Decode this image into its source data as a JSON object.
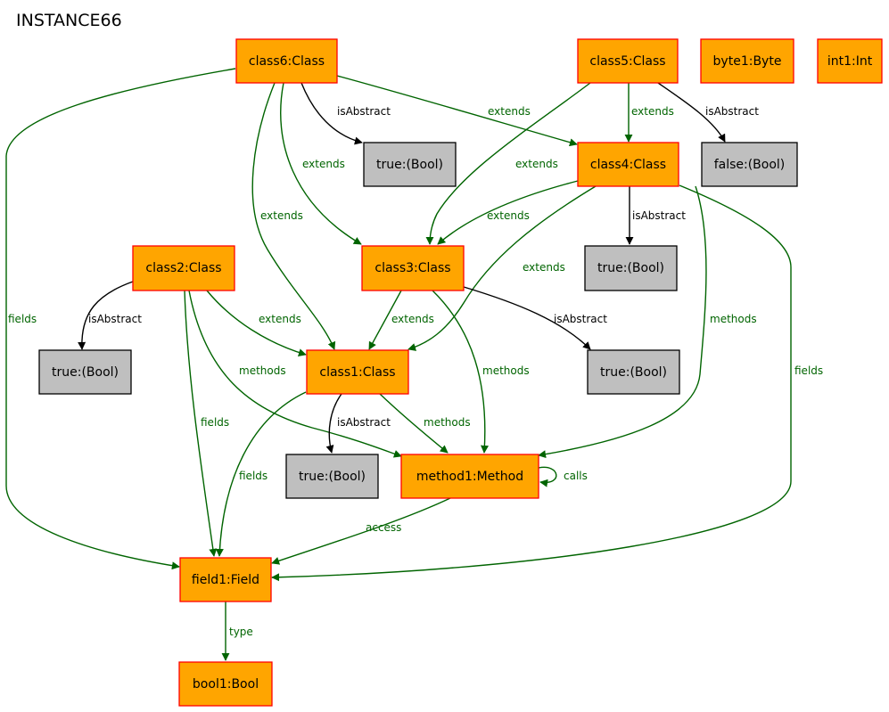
{
  "title": "INSTANCE66",
  "colors": {
    "object_fill": "#ffa500",
    "object_stroke": "#ff0000",
    "value_fill": "#bfbfbf",
    "value_stroke": "#000000",
    "edge_green": "#006400",
    "edge_black": "#000000"
  },
  "nodes": {
    "class6": {
      "label": "class6:Class",
      "kind": "object"
    },
    "class5": {
      "label": "class5:Class",
      "kind": "object"
    },
    "byte1": {
      "label": "byte1:Byte",
      "kind": "object"
    },
    "int1": {
      "label": "int1:Int",
      "kind": "object"
    },
    "bool_true_c6": {
      "label": "true:(Bool)",
      "kind": "value"
    },
    "class4": {
      "label": "class4:Class",
      "kind": "object"
    },
    "bool_false_c5": {
      "label": "false:(Bool)",
      "kind": "value"
    },
    "class2": {
      "label": "class2:Class",
      "kind": "object"
    },
    "class3": {
      "label": "class3:Class",
      "kind": "object"
    },
    "bool_true_c4": {
      "label": "true:(Bool)",
      "kind": "value"
    },
    "bool_true_c2": {
      "label": "true:(Bool)",
      "kind": "value"
    },
    "class1": {
      "label": "class1:Class",
      "kind": "object"
    },
    "bool_true_c3": {
      "label": "true:(Bool)",
      "kind": "value"
    },
    "bool_true_c1": {
      "label": "true:(Bool)",
      "kind": "value"
    },
    "method1": {
      "label": "method1:Method",
      "kind": "object"
    },
    "field1": {
      "label": "field1:Field",
      "kind": "object"
    },
    "bool1": {
      "label": "bool1:Bool",
      "kind": "object"
    }
  },
  "edges": [
    {
      "id": "c6_isabstract",
      "from": "class6",
      "to": "bool_true_c6",
      "label": "isAbstract",
      "color": "black"
    },
    {
      "id": "c6_extends_c4",
      "from": "class6",
      "to": "class4",
      "label": "extends",
      "color": "green"
    },
    {
      "id": "c6_extends_c3",
      "from": "class6",
      "to": "class3",
      "label": "extends",
      "color": "green"
    },
    {
      "id": "c6_extends_c1",
      "from": "class6",
      "to": "class1",
      "label": "extends",
      "color": "green"
    },
    {
      "id": "c6_fields",
      "from": "class6",
      "to": "field1",
      "label": "fields",
      "color": "green"
    },
    {
      "id": "c5_extends_c4",
      "from": "class5",
      "to": "class4",
      "label": "extends",
      "color": "green"
    },
    {
      "id": "c5_extends_c3",
      "from": "class5",
      "to": "class3",
      "label": "extends",
      "color": "green"
    },
    {
      "id": "c5_isabstract",
      "from": "class5",
      "to": "bool_false_c5",
      "label": "isAbstract",
      "color": "black"
    },
    {
      "id": "c4_extends_c3",
      "from": "class4",
      "to": "class3",
      "label": "extends",
      "color": "green"
    },
    {
      "id": "c4_isabstract",
      "from": "class4",
      "to": "bool_true_c4",
      "label": "isAbstract",
      "color": "black"
    },
    {
      "id": "c4_extends_c1",
      "from": "class4",
      "to": "class1",
      "label": "extends",
      "color": "green"
    },
    {
      "id": "c4_methods",
      "from": "class4",
      "to": "method1",
      "label": "methods",
      "color": "green"
    },
    {
      "id": "c4_fields",
      "from": "class4",
      "to": "field1",
      "label": "fields",
      "color": "green"
    },
    {
      "id": "c2_isabstract",
      "from": "class2",
      "to": "bool_true_c2",
      "label": "isAbstract",
      "color": "black"
    },
    {
      "id": "c2_extends_c1",
      "from": "class2",
      "to": "class1",
      "label": "extends",
      "color": "green"
    },
    {
      "id": "c2_methods",
      "from": "class2",
      "to": "method1",
      "label": "methods",
      "color": "green"
    },
    {
      "id": "c2_fields",
      "from": "class2",
      "to": "field1",
      "label": "fields",
      "color": "green"
    },
    {
      "id": "c3_extends_c1",
      "from": "class3",
      "to": "class1",
      "label": "extends",
      "color": "green"
    },
    {
      "id": "c3_methods",
      "from": "class3",
      "to": "method1",
      "label": "methods",
      "color": "green"
    },
    {
      "id": "c3_isabstract",
      "from": "class3",
      "to": "bool_true_c3",
      "label": "isAbstract",
      "color": "black"
    },
    {
      "id": "c1_isabstract",
      "from": "class1",
      "to": "bool_true_c1",
      "label": "isAbstract",
      "color": "black"
    },
    {
      "id": "c1_methods",
      "from": "class1",
      "to": "method1",
      "label": "methods",
      "color": "green"
    },
    {
      "id": "c1_fields",
      "from": "class1",
      "to": "field1",
      "label": "fields",
      "color": "green"
    },
    {
      "id": "m1_calls",
      "from": "method1",
      "to": "method1",
      "label": "calls",
      "color": "green"
    },
    {
      "id": "m1_access",
      "from": "method1",
      "to": "field1",
      "label": "access",
      "color": "green"
    },
    {
      "id": "f1_type",
      "from": "field1",
      "to": "bool1",
      "label": "type",
      "color": "green"
    }
  ]
}
